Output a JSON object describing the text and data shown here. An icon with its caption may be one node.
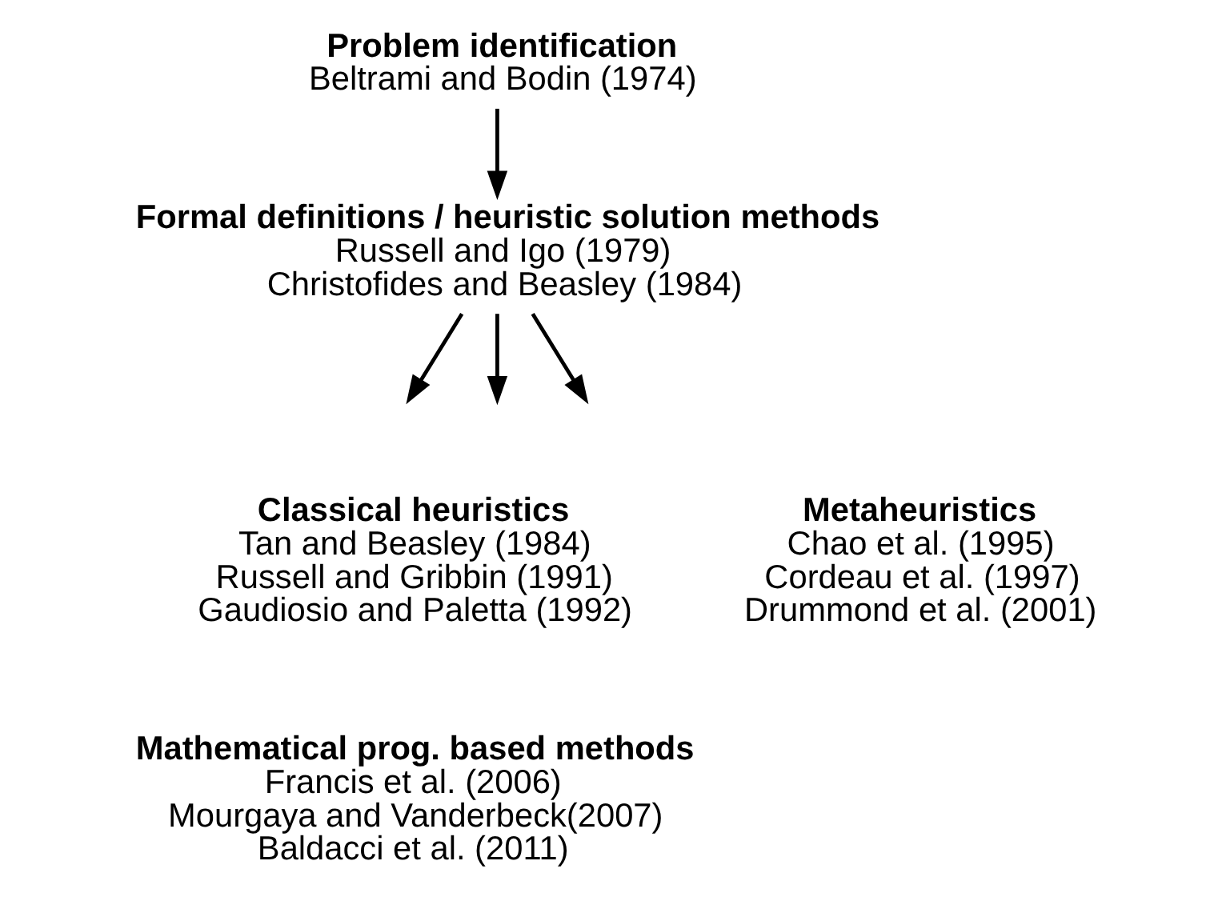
{
  "diagram": {
    "nodes": [
      {
        "text": [
          "Problem identification",
          "Beltrami and Bodin (1974)"
        ]
      },
      {
        "text": [
          "Formal definitions / heuristic solution methods",
          "Russell and Igo (1979)",
          "Christofides and Beasley (1984)"
        ]
      }
    ],
    "edges": [
      {
        "from": 0,
        "to": 1,
        "arrow": "to"
      },
      {
        "from": 1,
        "to": null,
        "arrow": "to"
      },
      {
        "from": 1,
        "to": null,
        "arrow": "to"
      },
      {
        "from": 1,
        "to": null,
        "arrow": "to"
      }
    ],
    "labels": [
      "Classical heuristics",
      "Tan and Beasley (1984)",
      "Russell and Gribbin (1991)",
      "Gaudiosio and Paletta (1992)",
      "Metaheuristics",
      "Chao et al. (1995)",
      "Cordeau et al. (1997)",
      "Drummond et al. (2001)",
      "Mathematical prog. based methods",
      "Francis et al. (2006)",
      "Mourgaya and Vanderbeck(2007)",
      "Baldacci et al. (2011)"
    ]
  }
}
